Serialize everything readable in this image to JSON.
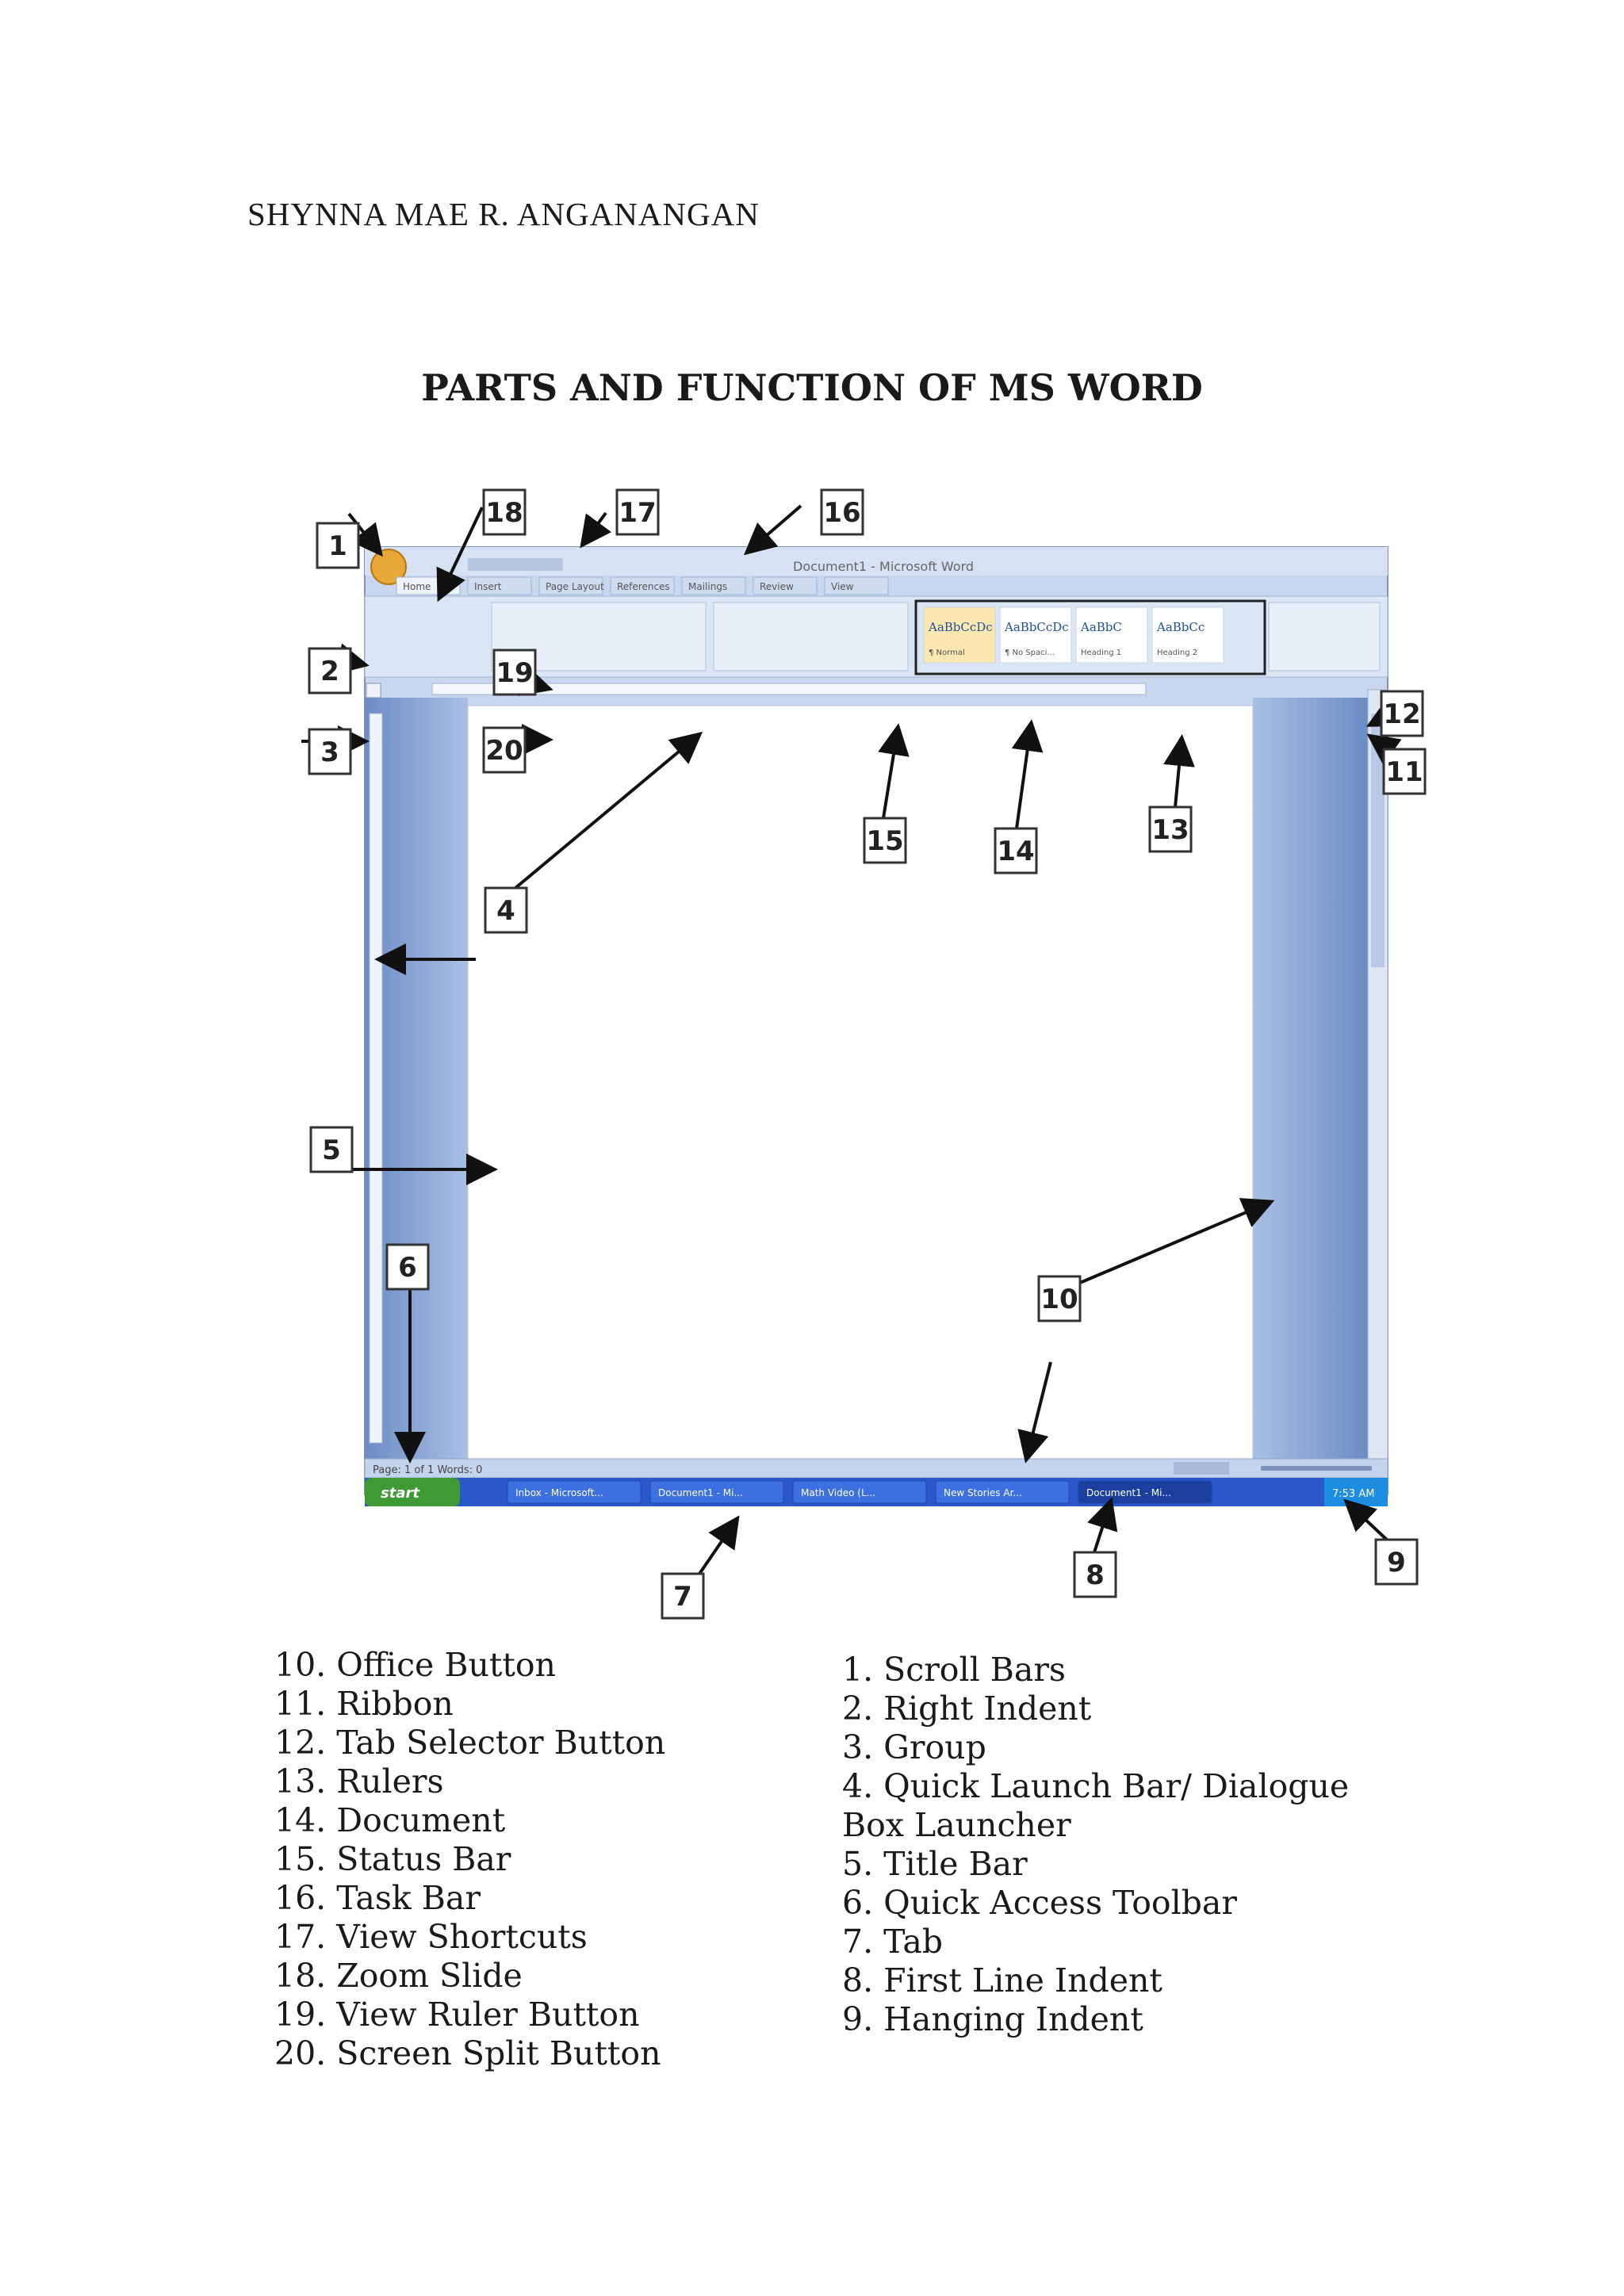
{
  "header": {
    "author": "SHYNNA MAE R. ANGANANGAN"
  },
  "document": {
    "title": "PARTS AND FUNCTION OF MS WORD"
  },
  "screenshot": {
    "window_title": "Document1 - Microsoft Word",
    "ribbon_tabs": [
      "Home",
      "Insert",
      "Page Layout",
      "References",
      "Mailings",
      "Review",
      "View"
    ],
    "styles": [
      {
        "sample": "AaBbCcDc",
        "label": "¶ Normal"
      },
      {
        "sample": "AaBbCcDc",
        "label": "¶ No Spaci..."
      },
      {
        "sample": "AaBbC",
        "label": "Heading 1"
      },
      {
        "sample": "AaBbCc",
        "label": "Heading 2"
      }
    ],
    "status_text": "Page: 1 of 1   Words: 0",
    "taskbar_start": "start",
    "taskbar_items": [
      "Inbox - Microsoft...",
      "Document1 - Mi...",
      "Math Video (L...",
      "New Stories Ar...",
      "Document1 - Mi..."
    ],
    "taskbar_clock": "7:53 AM",
    "callouts": [
      "1",
      "2",
      "3",
      "4",
      "5",
      "6",
      "7",
      "8",
      "9",
      "10",
      "11",
      "12",
      "13",
      "14",
      "15",
      "16",
      "17",
      "18",
      "19",
      "20"
    ]
  },
  "legend_left": [
    "10. Office Button",
    "11. Ribbon",
    "12. Tab Selector Button",
    "13. Rulers",
    "14. Document",
    "15. Status Bar",
    "16. Task Bar",
    "17. View Shortcuts",
    "18. Zoom Slide",
    "19. View Ruler Button",
    "20. Screen Split Button"
  ],
  "legend_right": [
    "1. Scroll Bars",
    "2. Right Indent",
    "3. Group",
    "4. Quick Launch Bar/ Dialogue",
    "Box Launcher",
    "5. Title Bar",
    "6. Quick Access Toolbar",
    "7. Tab",
    "8. First Line Indent",
    "9. Hanging Indent"
  ],
  "colors": {
    "window_blue": "#8fa9d6",
    "ribbon_bg": "#dbe6f4",
    "taskbar_blue": "#2a58c9",
    "start_green": "#3f9a34"
  }
}
